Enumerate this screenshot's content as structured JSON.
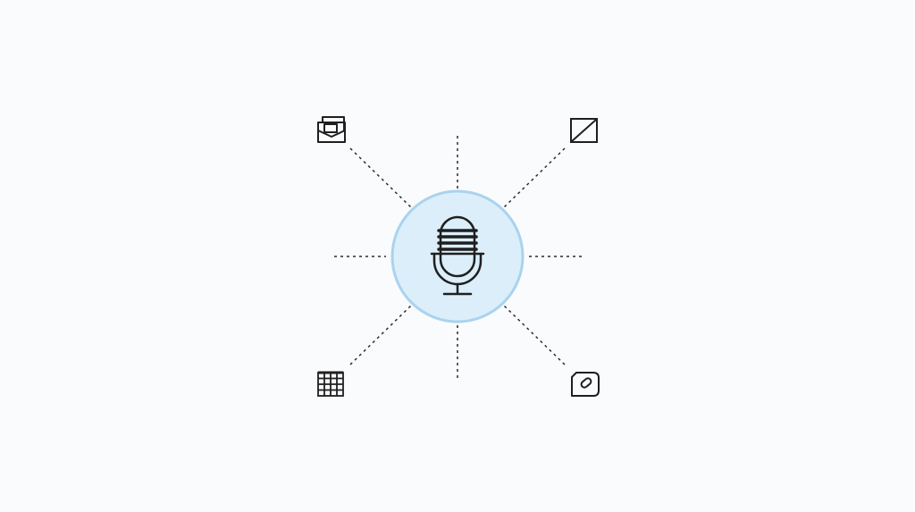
{
  "diagram": {
    "center": {
      "icon": "microphone-icon",
      "fill_color": "#dbeefa",
      "stroke_color": "#a9d3ee"
    },
    "line_color": "#2a2a2a",
    "icon_color": "#1f1f1f",
    "background_color": "#fafbfc",
    "nodes": [
      {
        "position": "top-left",
        "icon": "email-envelope-icon"
      },
      {
        "position": "top-right",
        "icon": "image-placeholder-icon"
      },
      {
        "position": "bottom-left",
        "icon": "grid-table-icon"
      },
      {
        "position": "bottom-right",
        "icon": "tag-icon"
      }
    ]
  }
}
